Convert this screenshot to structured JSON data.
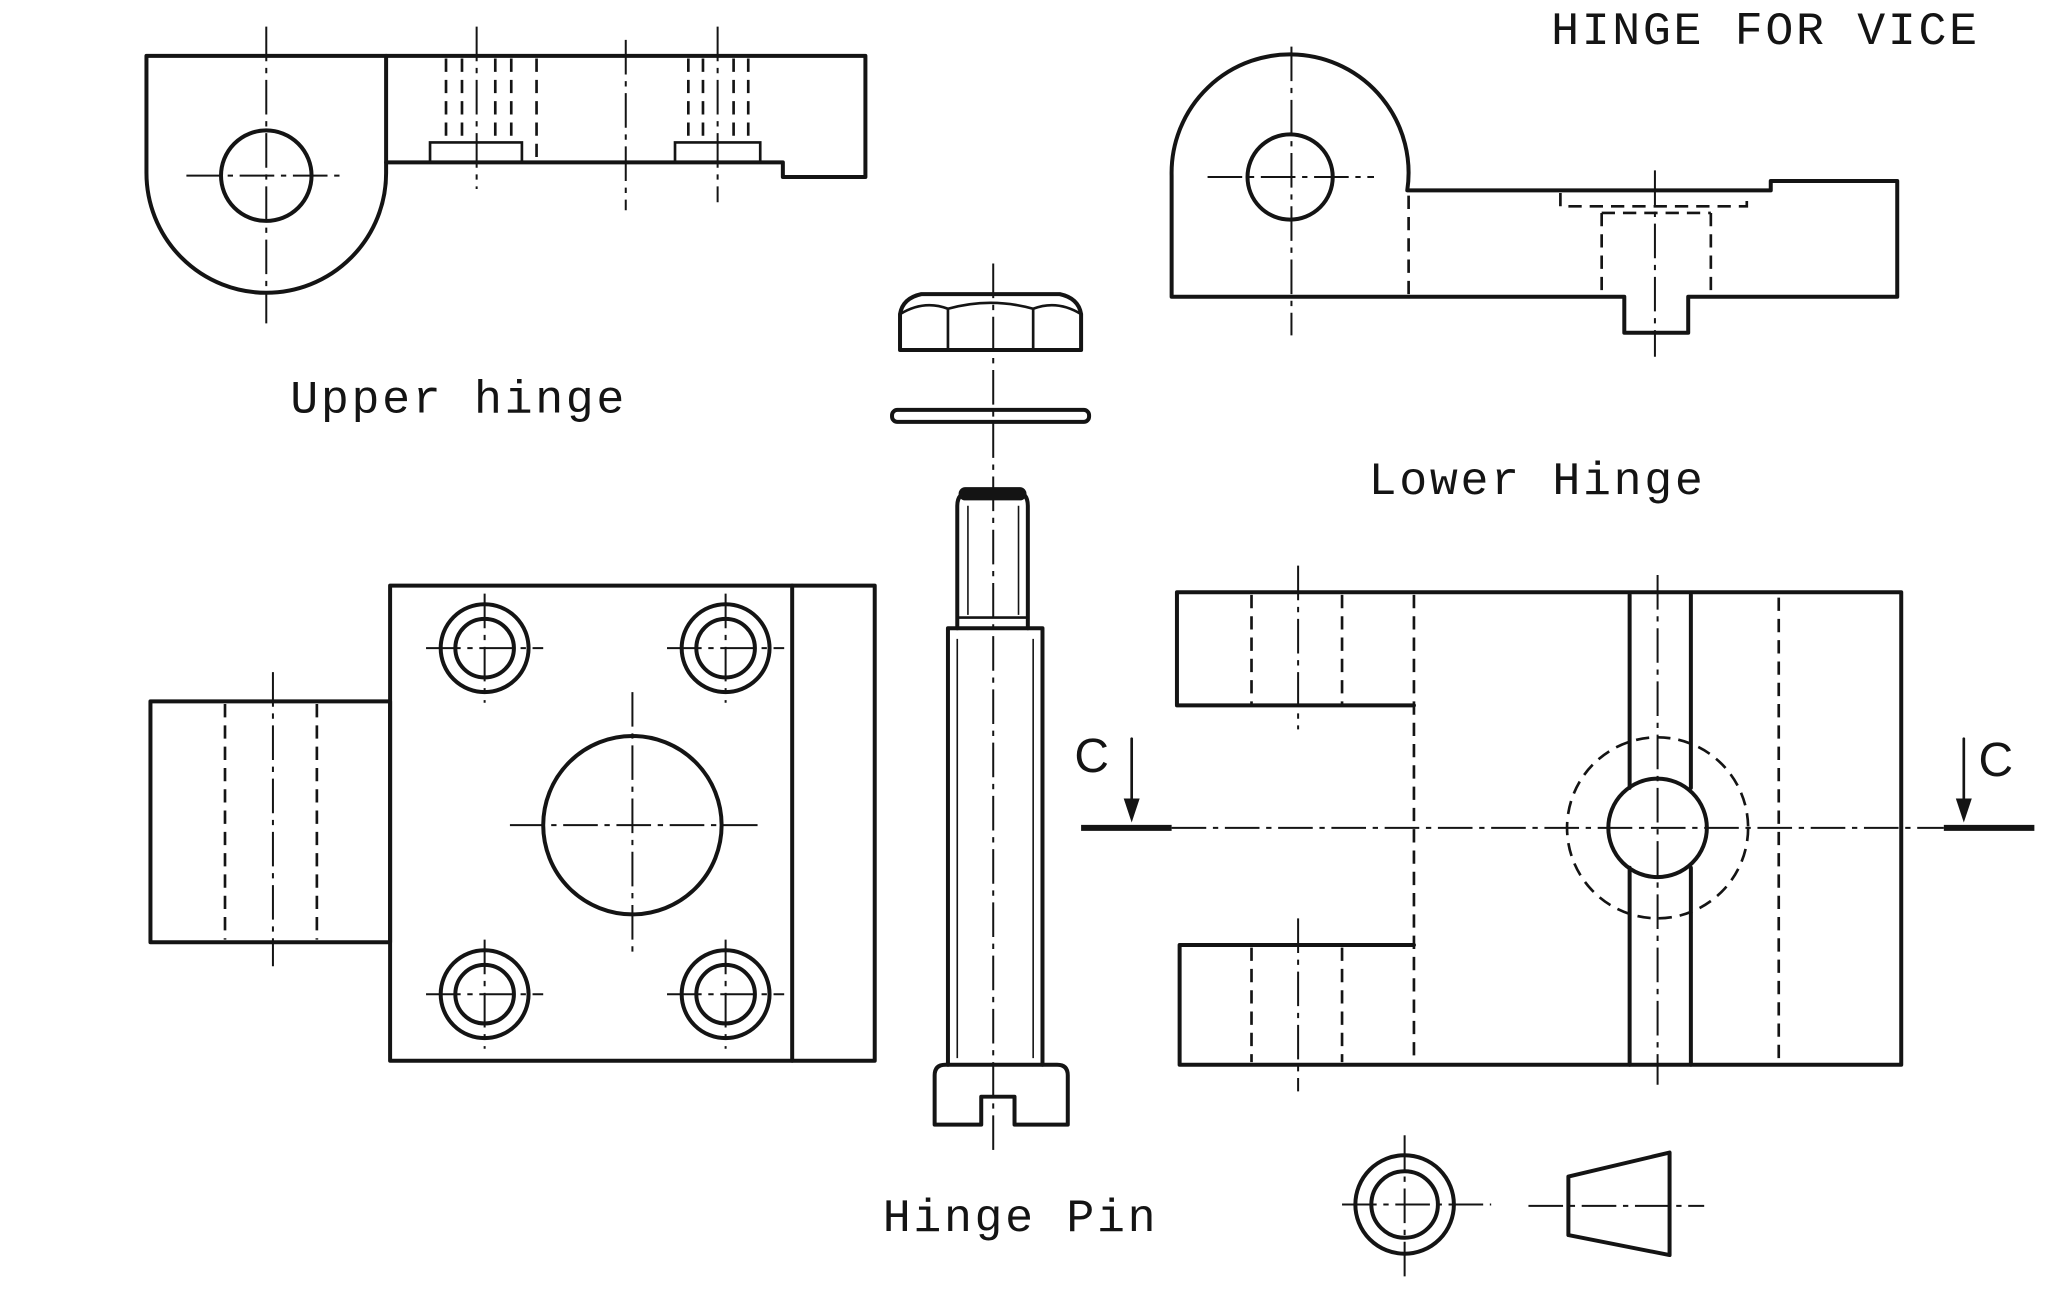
{
  "title": "HINGE FOR VICE",
  "views": {
    "upper_hinge": {
      "label": "Upper hinge"
    },
    "lower_hinge": {
      "label": "Lower Hinge"
    },
    "hinge_pin": {
      "label": "Hinge Pin"
    }
  },
  "section": {
    "left_marker": "C",
    "right_marker": "C"
  },
  "colors": {
    "ink": "#141414",
    "paper": "#ffffff"
  }
}
